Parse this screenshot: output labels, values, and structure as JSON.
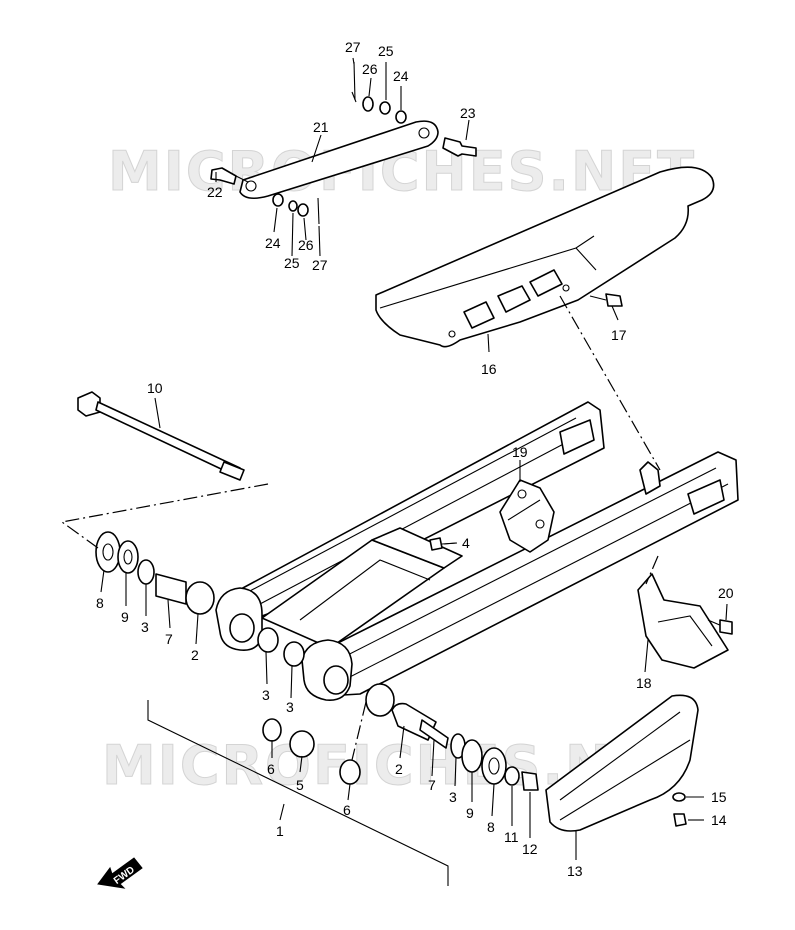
{
  "watermark": "MICROFICHES.NET",
  "fwd_label": "FWD",
  "labels": {
    "p1": "1",
    "p2a": "2",
    "p2b": "2",
    "p3a": "3",
    "p3b": "3",
    "p3c": "3",
    "p3d": "3",
    "p4": "4",
    "p5": "5",
    "p6a": "6",
    "p6b": "6",
    "p7a": "7",
    "p7b": "7",
    "p8a": "8",
    "p8b": "8",
    "p9a": "9",
    "p9b": "9",
    "p10": "10",
    "p11": "11",
    "p12": "12",
    "p13": "13",
    "p14": "14",
    "p15": "15",
    "p16": "16",
    "p17": "17",
    "p18": "18",
    "p19": "19",
    "p20": "20",
    "p21": "21",
    "p22": "22",
    "p23": "23",
    "p24a": "24",
    "p24b": "24",
    "p25a": "25",
    "p25b": "25",
    "p26a": "26",
    "p26b": "26",
    "p27a": "27",
    "p27b": "27"
  }
}
